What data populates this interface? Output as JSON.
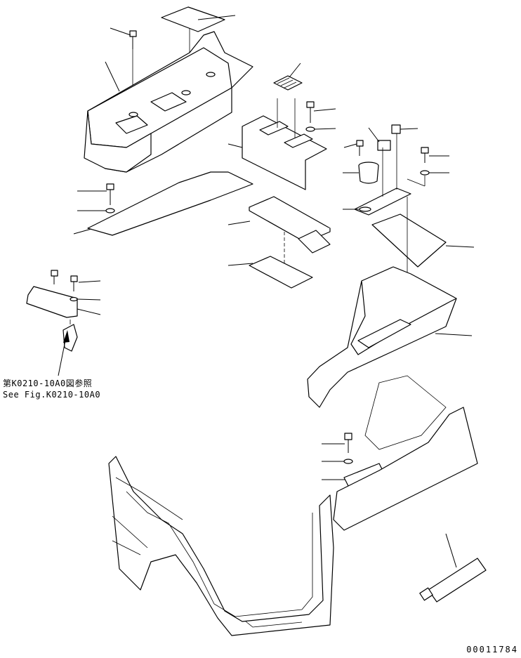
{
  "reference": {
    "jp": "第K0210-10A0図参照",
    "en": "See Fig.K0210-10A0"
  },
  "drawing_id": "00011784",
  "icons": {
    "parts": [
      "top-cover-plate",
      "bolt",
      "washer",
      "console-box-cover",
      "floor-plate",
      "switch-panel-cover",
      "vent-grille",
      "control-panel-plate",
      "base-plate",
      "bracket-assembly",
      "ashtray-cup",
      "switch",
      "small-cover-plate",
      "right-console-cover",
      "cab-frame",
      "tube-of-sealant"
    ],
    "pointer": "arrow-up-icon"
  }
}
